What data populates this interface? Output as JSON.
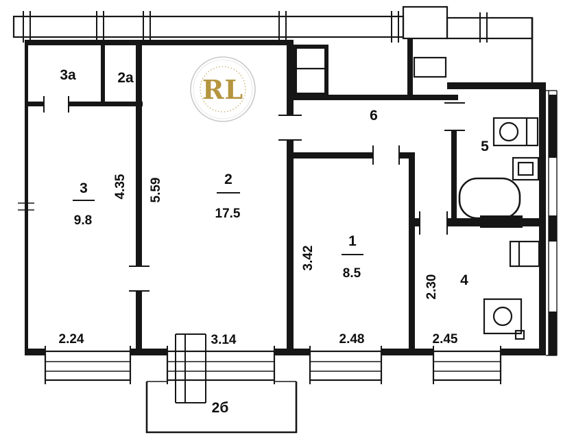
{
  "logo": {
    "initials": "RL",
    "gold": "#b5953f"
  },
  "rooms": {
    "r3a": {
      "label": "3а"
    },
    "r2a": {
      "label": "2а"
    },
    "r3": {
      "label": "3",
      "area": "9.8",
      "dim_v": "4.35",
      "dim_h": "2.24"
    },
    "r2": {
      "label": "2",
      "area": "17.5",
      "dim_v": "5.59",
      "dim_h": "3.14"
    },
    "r1": {
      "label": "1",
      "area": "8.5",
      "dim_v": "3.42",
      "dim_h": "2.48"
    },
    "r6": {
      "label": "6"
    },
    "r5": {
      "label": "5"
    },
    "r4": {
      "label": "4",
      "dim_v": "2.30",
      "dim_h": "2.45"
    },
    "r2b": {
      "label": "2б"
    }
  },
  "colors": {
    "line": "#161616"
  }
}
